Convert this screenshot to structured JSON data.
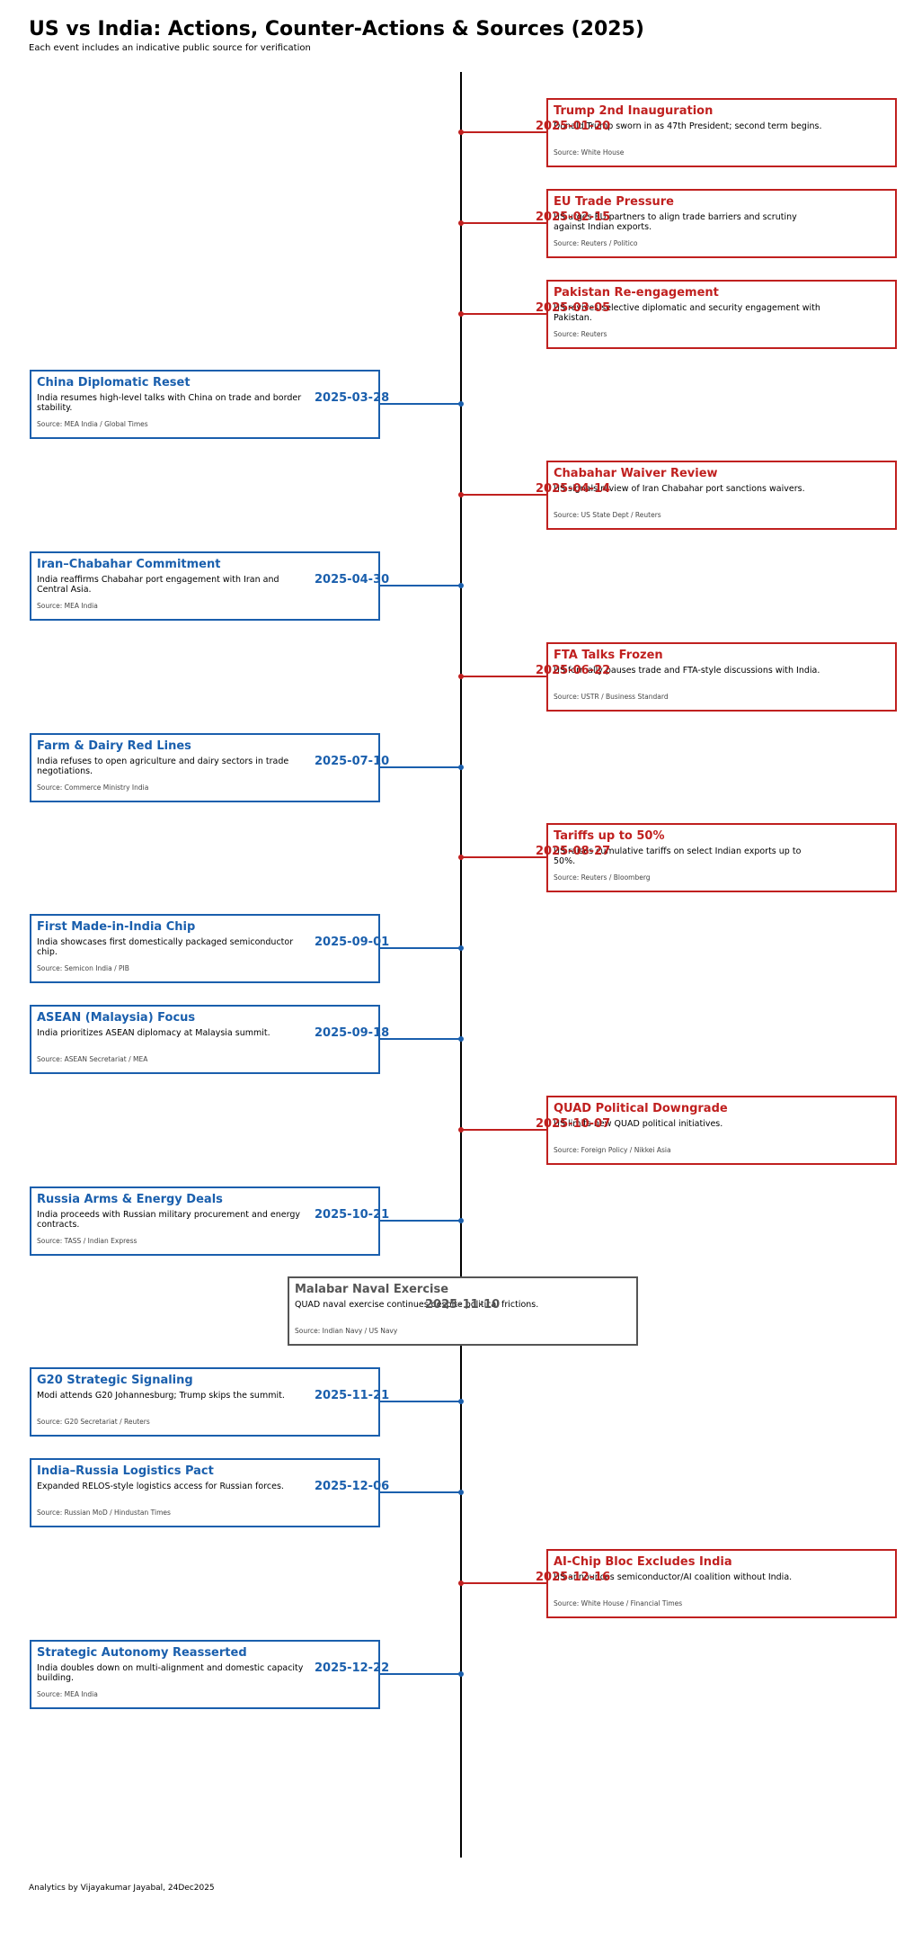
{
  "header": {
    "title": "US vs India: Actions, Counter-Actions & Sources (2025)",
    "subtitle": "Each event includes an indicative public source for verification"
  },
  "footer": {
    "text": "Analytics by Vijayakumar Jayabal, 24Dec2025"
  },
  "colors": {
    "us": "#c0201f",
    "india": "#1a5fad",
    "shared": "#555555"
  },
  "events": [
    {
      "date": "2025-01-20",
      "side": "us",
      "title": "Trump 2nd Inauguration",
      "desc": "Donald Trump sworn in as 47th President; second term begins.",
      "source": "Source: White House"
    },
    {
      "date": "2025-02-15",
      "side": "us",
      "title": "EU Trade Pressure",
      "desc": "US urges EU partners to align trade barriers and scrutiny against Indian exports.",
      "source": "Source: Reuters / Politico"
    },
    {
      "date": "2025-03-05",
      "side": "us",
      "title": "Pakistan Re-engagement",
      "desc": "US revives selective diplomatic and security engagement with Pakistan.",
      "source": "Source: Reuters"
    },
    {
      "date": "2025-03-28",
      "side": "india",
      "title": "China Diplomatic Reset",
      "desc": "India resumes high-level talks with China on trade and border stability.",
      "source": "Source: MEA India / Global Times"
    },
    {
      "date": "2025-04-14",
      "side": "us",
      "title": "Chabahar Waiver Review",
      "desc": "US signals review of Iran Chabahar port sanctions waivers.",
      "source": "Source: US State Dept / Reuters"
    },
    {
      "date": "2025-04-30",
      "side": "india",
      "title": "Iran–Chabahar Commitment",
      "desc": "India reaffirms Chabahar port engagement with Iran and Central Asia.",
      "source": "Source: MEA India"
    },
    {
      "date": "2025-06-22",
      "side": "us",
      "title": "FTA Talks Frozen",
      "desc": "US formally pauses trade and FTA-style discussions with India.",
      "source": "Source: USTR / Business Standard"
    },
    {
      "date": "2025-07-10",
      "side": "india",
      "title": "Farm & Dairy Red Lines",
      "desc": "India refuses to open agriculture and dairy sectors in trade negotiations.",
      "source": "Source: Commerce Ministry India"
    },
    {
      "date": "2025-08-27",
      "side": "us",
      "title": "Tariffs up to 50%",
      "desc": "US raises cumulative tariffs on select Indian exports up to 50%.",
      "source": "Source: Reuters / Bloomberg"
    },
    {
      "date": "2025-09-01",
      "side": "india",
      "title": "First Made-in-India Chip",
      "desc": "India showcases first domestically packaged semiconductor chip.",
      "source": "Source: Semicon India / PIB"
    },
    {
      "date": "2025-09-18",
      "side": "india",
      "title": "ASEAN (Malaysia) Focus",
      "desc": "India prioritizes ASEAN diplomacy at Malaysia summit.",
      "source": "Source: ASEAN Secretariat / MEA"
    },
    {
      "date": "2025-10-07",
      "side": "us",
      "title": "QUAD Political Downgrade",
      "desc": "US limits new QUAD political initiatives.",
      "source": "Source: Foreign Policy / Nikkei Asia"
    },
    {
      "date": "2025-10-21",
      "side": "india",
      "title": "Russia Arms & Energy Deals",
      "desc": "India proceeds with Russian military procurement and energy contracts.",
      "source": "Source: TASS / Indian Express"
    },
    {
      "date": "2025-11-10",
      "side": "shared",
      "title": "Malabar Naval Exercise",
      "desc": "QUAD naval exercise continues despite political frictions.",
      "source": "Source: Indian Navy / US Navy"
    },
    {
      "date": "2025-11-21",
      "side": "india",
      "title": "G20 Strategic Signaling",
      "desc": "Modi attends G20 Johannesburg; Trump skips the summit.",
      "source": "Source: G20 Secretariat / Reuters"
    },
    {
      "date": "2025-12-06",
      "side": "india",
      "title": "India–Russia Logistics Pact",
      "desc": "Expanded RELOS-style logistics access for Russian forces.",
      "source": "Source: Russian MoD / Hindustan Times"
    },
    {
      "date": "2025-12-16",
      "side": "us",
      "title": "AI-Chip Bloc Excludes India",
      "desc": "US announces semiconductor/AI coalition without India.",
      "source": "Source: White House / Financial Times"
    },
    {
      "date": "2025-12-22",
      "side": "india",
      "title": "Strategic Autonomy Reasserted",
      "desc": "India doubles down on multi-alignment and domestic capacity building.",
      "source": "Source: MEA India"
    }
  ]
}
